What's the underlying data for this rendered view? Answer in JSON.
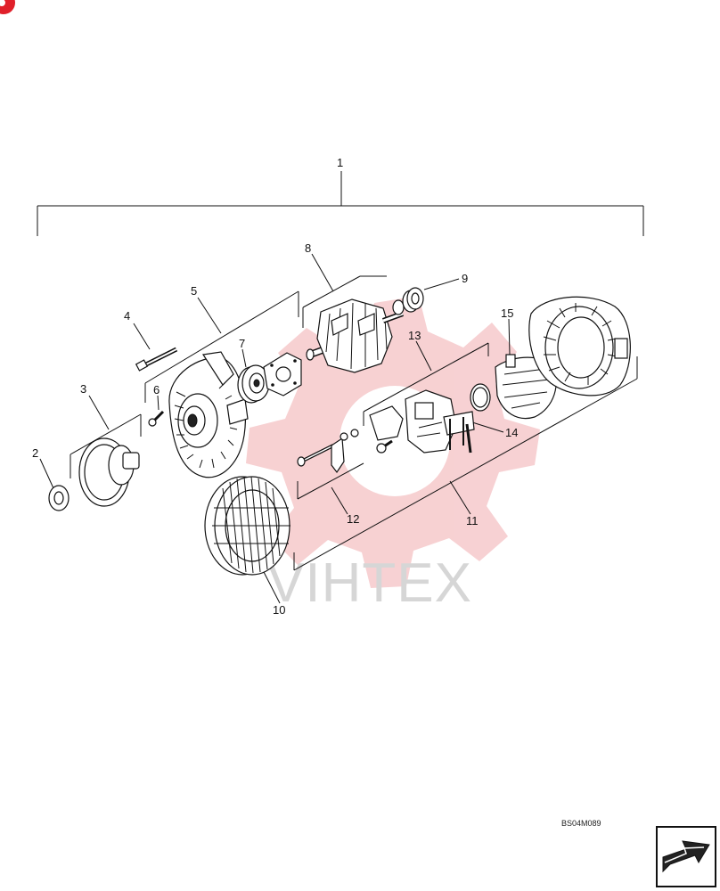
{
  "diagram": {
    "callouts": [
      "1",
      "2",
      "3",
      "4",
      "5",
      "6",
      "7",
      "8",
      "9",
      "10",
      "11",
      "12",
      "13",
      "14",
      "15"
    ],
    "drawing_code": "BS04M089",
    "watermark": "VIHTEX"
  },
  "icons": {
    "corner_badge": "red-circle-badge",
    "next_page": "arrow-next-icon"
  },
  "colors": {
    "badge": "#e0202a",
    "watermark_gear": "#f6c9cb",
    "watermark_text": "#d6d6d6"
  }
}
